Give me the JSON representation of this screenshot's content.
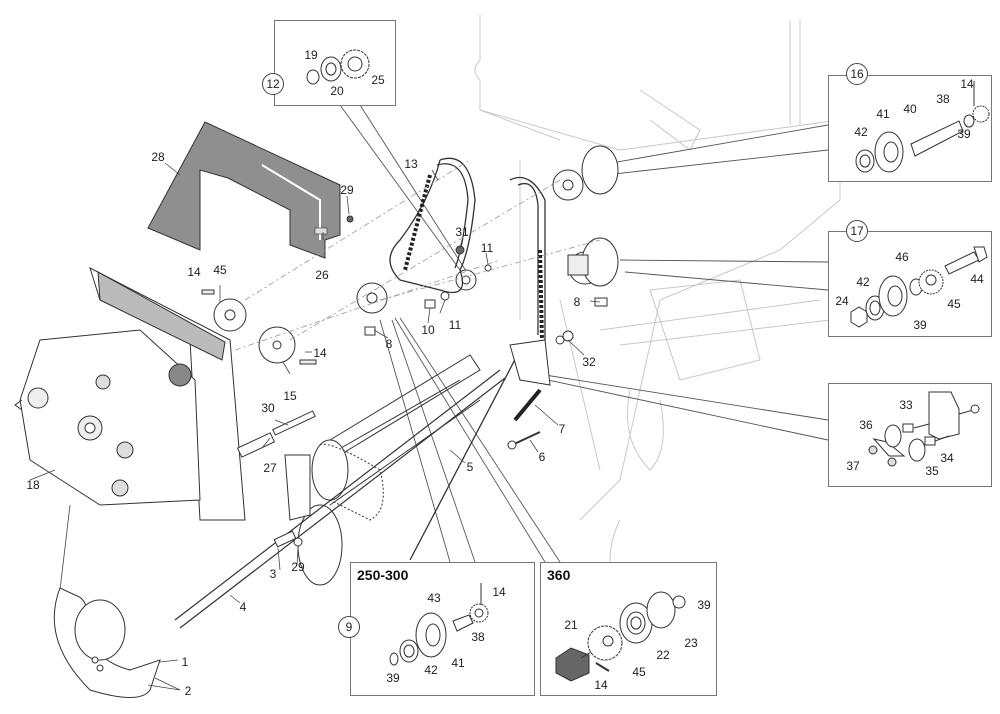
{
  "diagram": {
    "type": "exploded-parts-diagram",
    "subject": "Drive chain / gearbox assembly",
    "callouts": [
      {
        "id": "c1",
        "label": "1"
      },
      {
        "id": "c2",
        "label": "2"
      },
      {
        "id": "c3",
        "label": "3"
      },
      {
        "id": "c4",
        "label": "4"
      },
      {
        "id": "c5",
        "label": "5"
      },
      {
        "id": "c6",
        "label": "6"
      },
      {
        "id": "c7",
        "label": "7"
      },
      {
        "id": "c8a",
        "label": "8"
      },
      {
        "id": "c8b",
        "label": "8"
      },
      {
        "id": "c10",
        "label": "10"
      },
      {
        "id": "c11a",
        "label": "11"
      },
      {
        "id": "c11b",
        "label": "11"
      },
      {
        "id": "c13",
        "label": "13"
      },
      {
        "id": "c14a",
        "label": "14"
      },
      {
        "id": "c14b",
        "label": "14"
      },
      {
        "id": "c15",
        "label": "15"
      },
      {
        "id": "c18",
        "label": "18"
      },
      {
        "id": "c26",
        "label": "26"
      },
      {
        "id": "c27",
        "label": "27"
      },
      {
        "id": "c28",
        "label": "28"
      },
      {
        "id": "c29a",
        "label": "29"
      },
      {
        "id": "c29b",
        "label": "29"
      },
      {
        "id": "c30",
        "label": "30"
      },
      {
        "id": "c31",
        "label": "31"
      },
      {
        "id": "c32",
        "label": "32"
      },
      {
        "id": "c45",
        "label": "45"
      }
    ],
    "detail_boxes": {
      "box12": {
        "ref": "12",
        "title": "",
        "labels": [
          "19",
          "20",
          "25"
        ]
      },
      "box16": {
        "ref": "16",
        "title": "",
        "labels": [
          "14",
          "38",
          "41",
          "40",
          "39",
          "42"
        ]
      },
      "box17": {
        "ref": "17",
        "title": "",
        "labels": [
          "44",
          "46",
          "42",
          "45",
          "24",
          "39"
        ]
      },
      "box33": {
        "ref": "",
        "title": "",
        "labels": [
          "33",
          "36",
          "34",
          "37",
          "35"
        ]
      },
      "box250": {
        "ref": "9",
        "title": "250-300",
        "labels": [
          "14",
          "43",
          "38",
          "41",
          "39",
          "42"
        ]
      },
      "box360": {
        "ref": "",
        "title": "360",
        "labels": [
          "39",
          "21",
          "23",
          "22",
          "45",
          "14"
        ]
      }
    }
  }
}
